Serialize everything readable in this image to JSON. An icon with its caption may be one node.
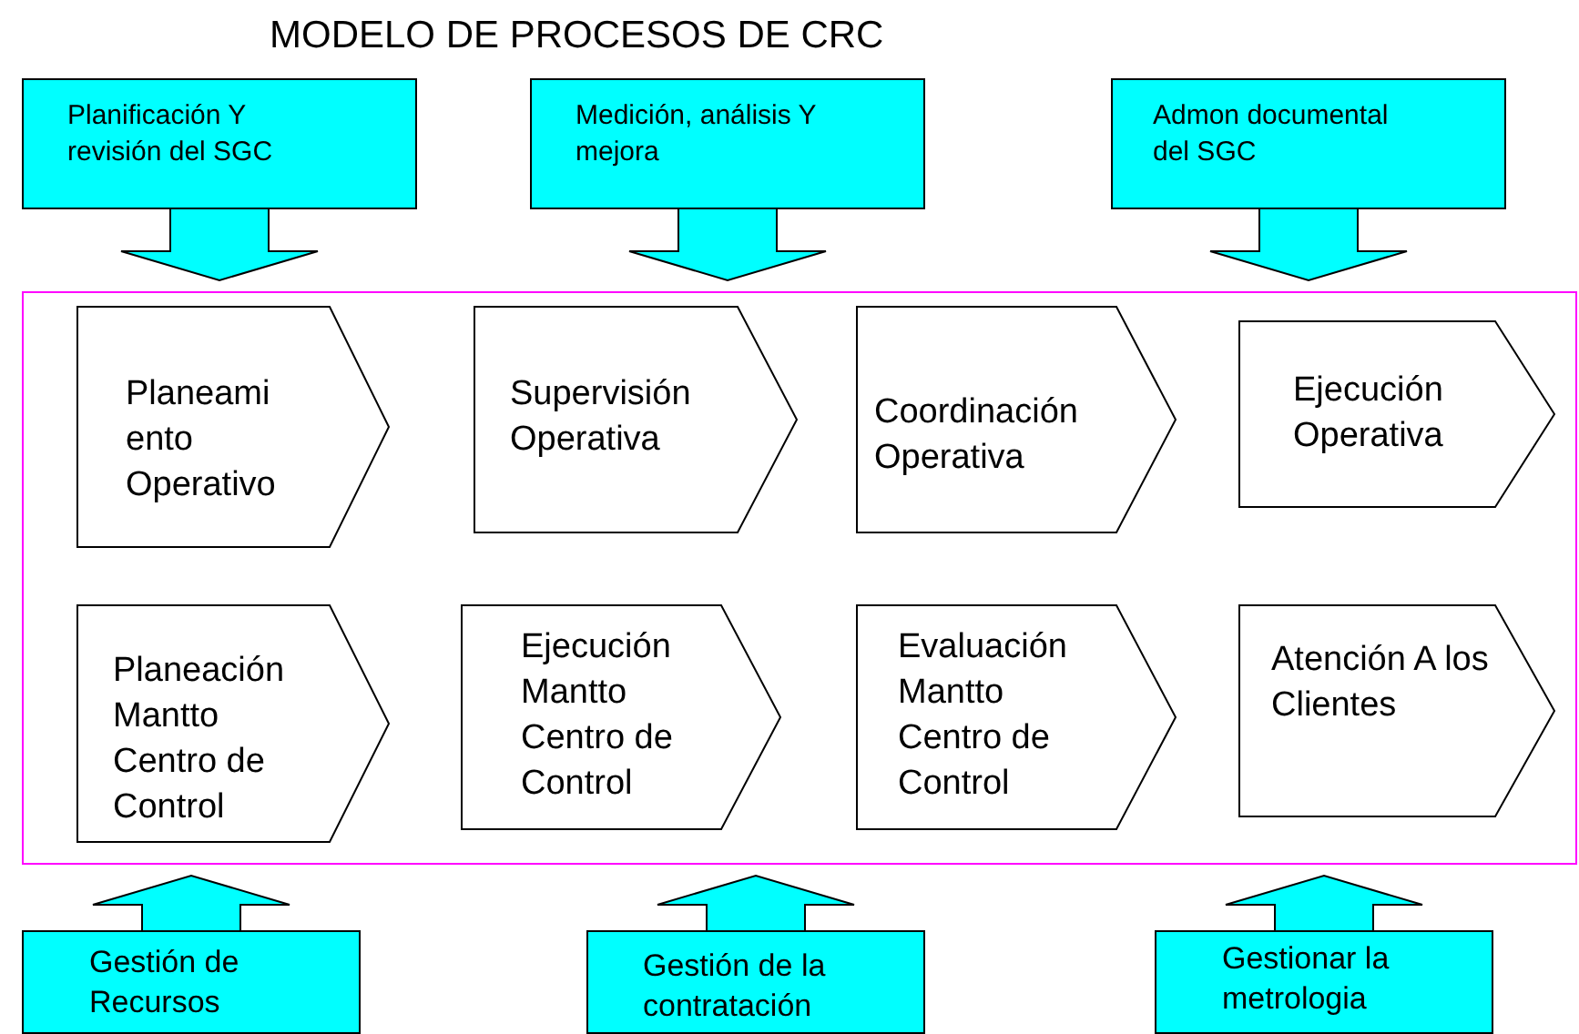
{
  "diagram": {
    "title": "MODELO DE PROCESOS DE CRC",
    "nodes": [
      {
        "text": [],
        "shape": "box"
      },
      {
        "text": [
          "Planificación Y revisión del SGC"
        ]
      },
      {
        "text": [
          "Medición, análisis Y mejora"
        ]
      },
      {
        "text": [
          "Admon documental del SGC"
        ]
      },
      {
        "text": [
          "Planeami ento Operativo"
        ],
        "in": 0
      },
      {
        "text": [
          "Supervisión Operativa"
        ],
        "in": 0
      },
      {
        "text": [
          "Coordinación Operativa"
        ],
        "in": 0
      },
      {
        "text": [
          "Ejecución Operativa"
        ],
        "in": 0
      },
      {
        "text": [
          "Planeación Mantto Centro de Control"
        ],
        "in": 0
      },
      {
        "text": [
          "Ejecución Mantto Centro de Control"
        ],
        "in": 0
      },
      {
        "text": [
          "Evaluación Mantto Centro de Control"
        ],
        "in": 0
      },
      {
        "text": [
          "Atención A los Clientes"
        ],
        "in": 0
      },
      {
        "text": [
          "Gestión de Recursos"
        ]
      },
      {
        "text": [
          "Gestión de la contratación"
        ]
      },
      {
        "text": [
          "Gestionar la metrologia"
        ]
      }
    ],
    "edges": [
      {
        "from": 1,
        "to": 0,
        "arrow": "to"
      },
      {
        "from": 2,
        "to": 0,
        "arrow": "to"
      },
      {
        "from": 3,
        "to": 0,
        "arrow": "to"
      },
      {
        "from": 12,
        "to": 0,
        "arrow": "to"
      },
      {
        "from": 13,
        "to": 0,
        "arrow": "to"
      },
      {
        "from": 14,
        "to": 0,
        "arrow": "to"
      }
    ]
  }
}
